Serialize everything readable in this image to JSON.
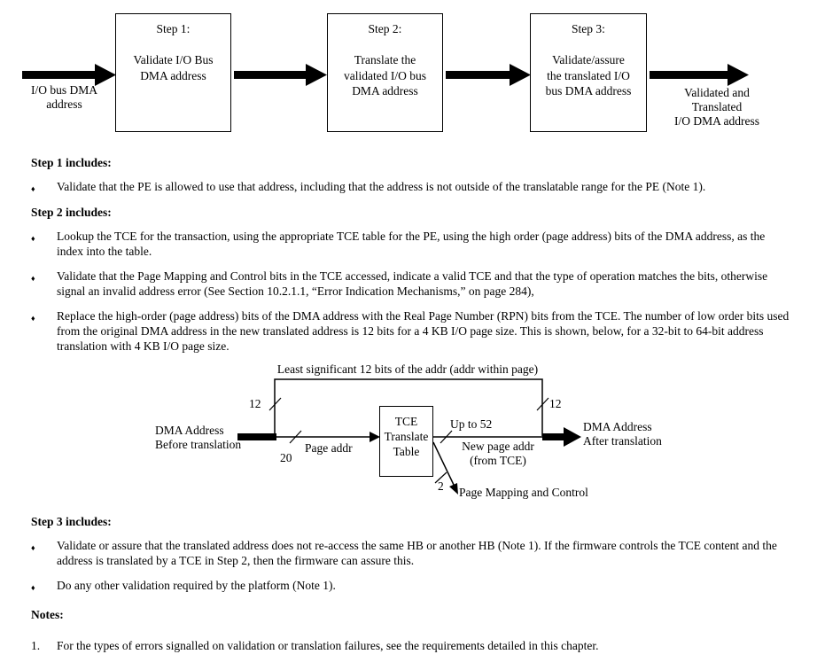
{
  "flow": {
    "input_label": "I/O bus DMA\naddress",
    "output_label": "Validated and\nTranslated\nI/O DMA address",
    "steps": [
      {
        "title": "Step 1:",
        "body": "Validate I/O Bus\nDMA address"
      },
      {
        "title": "Step 2:",
        "body": "Translate the\nvalidated I/O bus\nDMA address"
      },
      {
        "title": "Step 3:",
        "body": "Validate/assure\nthe translated I/O\nbus DMA address"
      }
    ]
  },
  "ui": {
    "bullet_glyph": "♦"
  },
  "sections": [
    {
      "heading": "Step 1 includes:",
      "bullets": [
        "Validate that the PE is allowed to use that address, including that the address is not outside of the translatable range for the PE (Note 1)."
      ]
    },
    {
      "heading": "Step 2 includes:",
      "bullets": [
        "Lookup the TCE for the transaction, using the appropriate TCE table for the PE, using the high order (page address) bits of the DMA address, as the index into the table.",
        "Validate that the Page Mapping and Control bits in the TCE accessed, indicate a valid TCE and that the type of operation matches the bits, otherwise signal an invalid address error (See Section 10.2.1.1, “Error Indication Mechanisms,” on page 284),",
        "Replace the high-order (page address) bits of the DMA address with the Real Page Number (RPN) bits from the TCE. The number of low order bits used from the original DMA address in the new translated address is 12 bits for a 4 KB I/O page size. This is shown, below, for a 32-bit to 64-bit address translation with 4 KB I/O page size."
      ]
    },
    {
      "heading": "Step 3 includes:",
      "bullets": [
        "Validate or assure that the translated address does not re-access the same HB or another HB (Note 1). If the firmware controls the TCE content and the address is translated by a TCE in Step 2, then the firmware can assure this.",
        "Do any other validation required by the platform (Note 1)."
      ]
    }
  ],
  "tce": {
    "top_label": "Least significant 12 bits of the addr (addr within page)",
    "before_label": "DMA Address\nBefore translation",
    "after_label": "DMA Address\nAfter translation",
    "box_label": "TCE\nTranslate\nTable",
    "width_left": "12",
    "width_right": "12",
    "width_page": "20",
    "page_addr": "Page addr",
    "up_to": "Up to 52",
    "new_page_addr": "New page addr\n(from TCE)",
    "width_control": "2",
    "control_label": "Page Mapping and Control"
  },
  "notes": {
    "heading": "Notes:",
    "items": [
      {
        "number": "1.",
        "text": "For the types of errors signalled on validation or translation failures, see the requirements detailed in this chapter."
      }
    ]
  }
}
